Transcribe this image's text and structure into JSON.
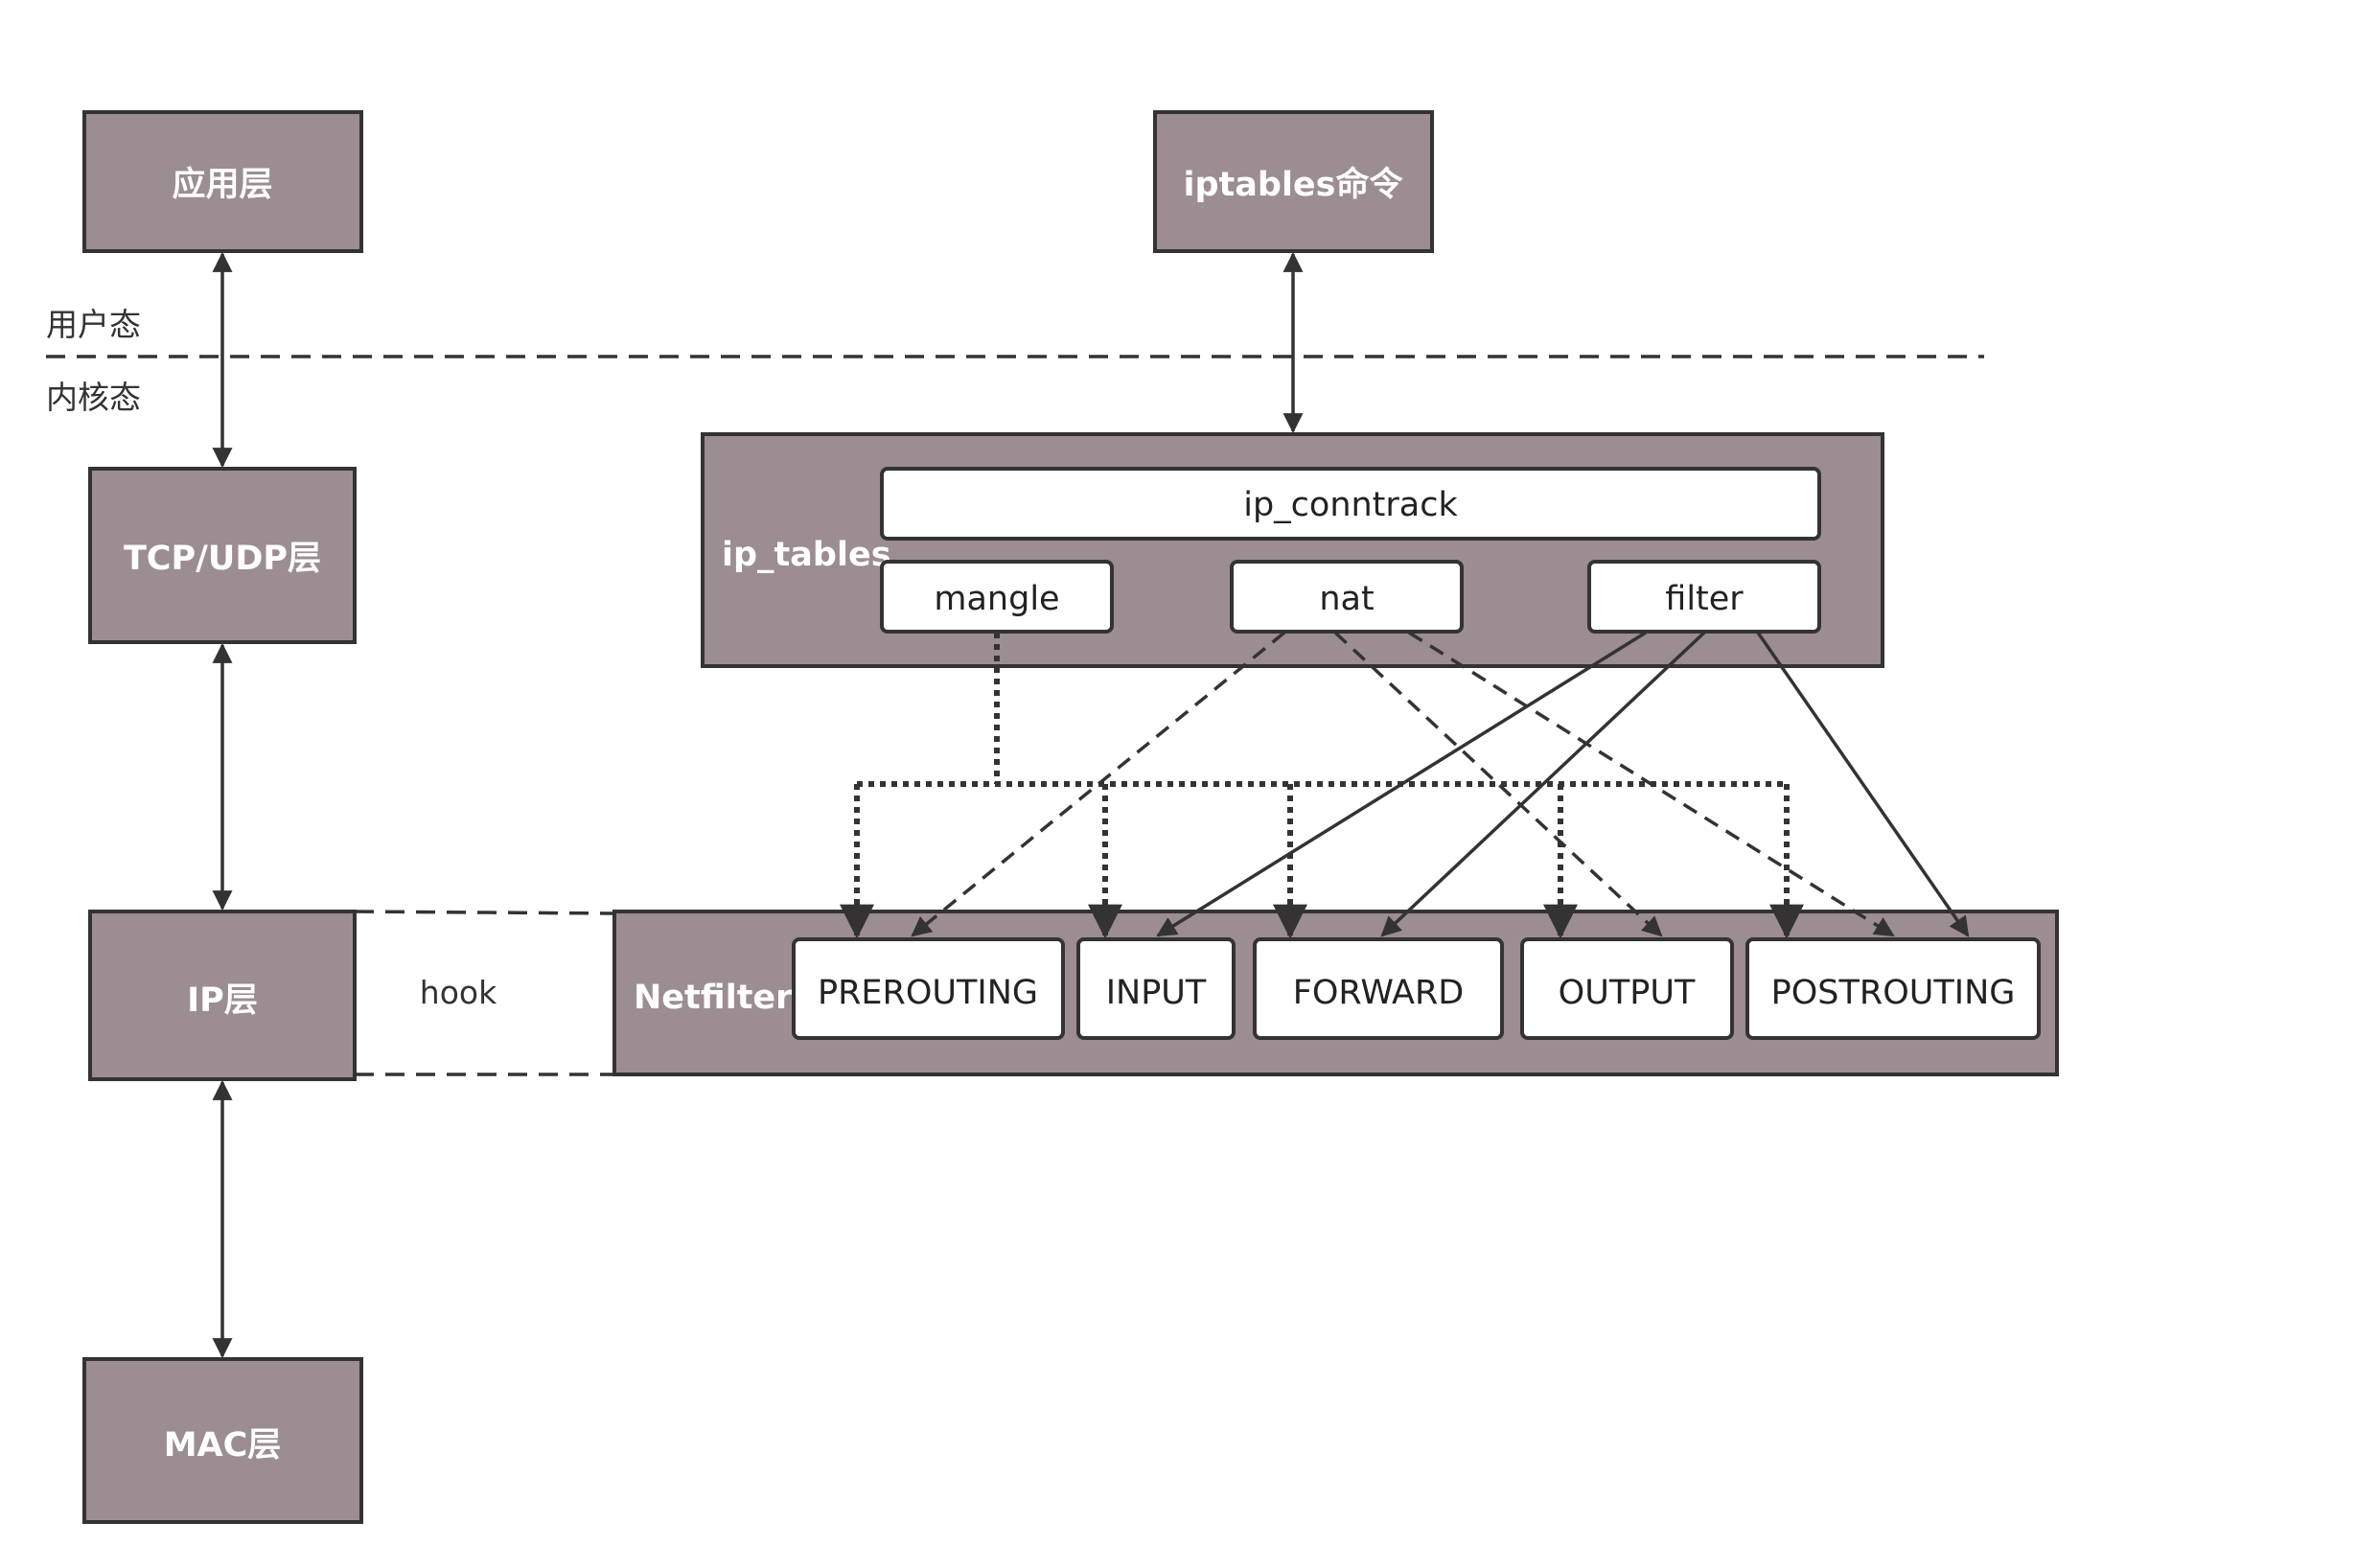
{
  "user_space_label": "用户态",
  "kernel_space_label": "内核态",
  "stack": {
    "application": "应用层",
    "tcp_udp": "TCP/UDP层",
    "ip": "IP层",
    "mac": "MAC层"
  },
  "iptables_command": "iptables命令",
  "hook_label": "hook",
  "ip_tables": {
    "label": "ip_tables",
    "conntrack": "ip_conntrack",
    "tables": [
      "mangle",
      "nat",
      "filter"
    ]
  },
  "netfilter": {
    "label": "Netfilter",
    "hooks": [
      "PREROUTING",
      "INPUT",
      "FORWARD",
      "OUTPUT",
      "POSTROUTING"
    ]
  },
  "colors": {
    "box_fill": "#9b8d91",
    "stroke": "#333333",
    "inner_fill": "#ffffff"
  }
}
